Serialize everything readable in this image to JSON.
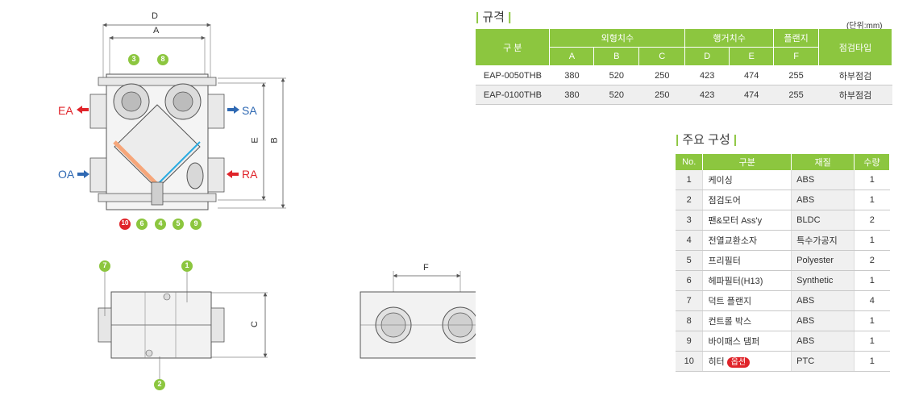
{
  "diagram": {
    "top_view": {
      "dim_labels": {
        "d": "D",
        "a": "A",
        "e": "E",
        "b": "B"
      },
      "ports": {
        "ea": "EA",
        "sa": "SA",
        "oa": "OA",
        "ra": "RA"
      },
      "callouts_top": [
        "3",
        "8"
      ],
      "callouts_bottom": [
        "10",
        "6",
        "4",
        "5",
        "9"
      ]
    },
    "side_view": {
      "dim_label": "C",
      "callouts": [
        "7",
        "1",
        "2"
      ]
    },
    "bottom_view": {
      "dim_label": "F"
    },
    "colors": {
      "green": "#8cc63f",
      "red": "#e0242a",
      "blue": "#2f69b3",
      "accent_blue": "#29abe2",
      "accent_orange": "#f6a67a"
    }
  },
  "spec": {
    "title": "규격",
    "unit": "(단위:mm)",
    "headers": {
      "division": "구 분",
      "outer": "외형치수",
      "hanger": "행거치수",
      "flange": "플랜지",
      "inspection": "점검타입",
      "a": "A",
      "b": "B",
      "c": "C",
      "d": "D",
      "e": "E",
      "f": "F"
    },
    "rows": [
      {
        "model": "EAP-0050THB",
        "a": "380",
        "b": "520",
        "c": "250",
        "d": "423",
        "e": "474",
        "f": "255",
        "type": "하부점검"
      },
      {
        "model": "EAP-0100THB",
        "a": "380",
        "b": "520",
        "c": "250",
        "d": "423",
        "e": "474",
        "f": "255",
        "type": "하부점검"
      }
    ]
  },
  "components": {
    "title": "주요 구성",
    "headers": {
      "no": "No.",
      "name": "구분",
      "material": "재질",
      "qty": "수량"
    },
    "rows": [
      {
        "no": "1",
        "name": "케이싱",
        "material": "ABS",
        "qty": "1"
      },
      {
        "no": "2",
        "name": "점검도어",
        "material": "ABS",
        "qty": "1"
      },
      {
        "no": "3",
        "name": "팬&모터 Ass'y",
        "material": "BLDC",
        "qty": "2"
      },
      {
        "no": "4",
        "name": "전열교환소자",
        "material": "특수가공지",
        "qty": "1"
      },
      {
        "no": "5",
        "name": "프리필터",
        "material": "Polyester",
        "qty": "2"
      },
      {
        "no": "6",
        "name": "헤파필터(H13)",
        "material": "Synthetic",
        "qty": "1"
      },
      {
        "no": "7",
        "name": "덕트 플랜지",
        "material": "ABS",
        "qty": "4"
      },
      {
        "no": "8",
        "name": "컨트롤 박스",
        "material": "ABS",
        "qty": "1"
      },
      {
        "no": "9",
        "name": "바이패스 댐퍼",
        "material": "ABS",
        "qty": "1"
      },
      {
        "no": "10",
        "name": "히터",
        "material": "PTC",
        "qty": "1",
        "badge": "옵션"
      }
    ]
  }
}
